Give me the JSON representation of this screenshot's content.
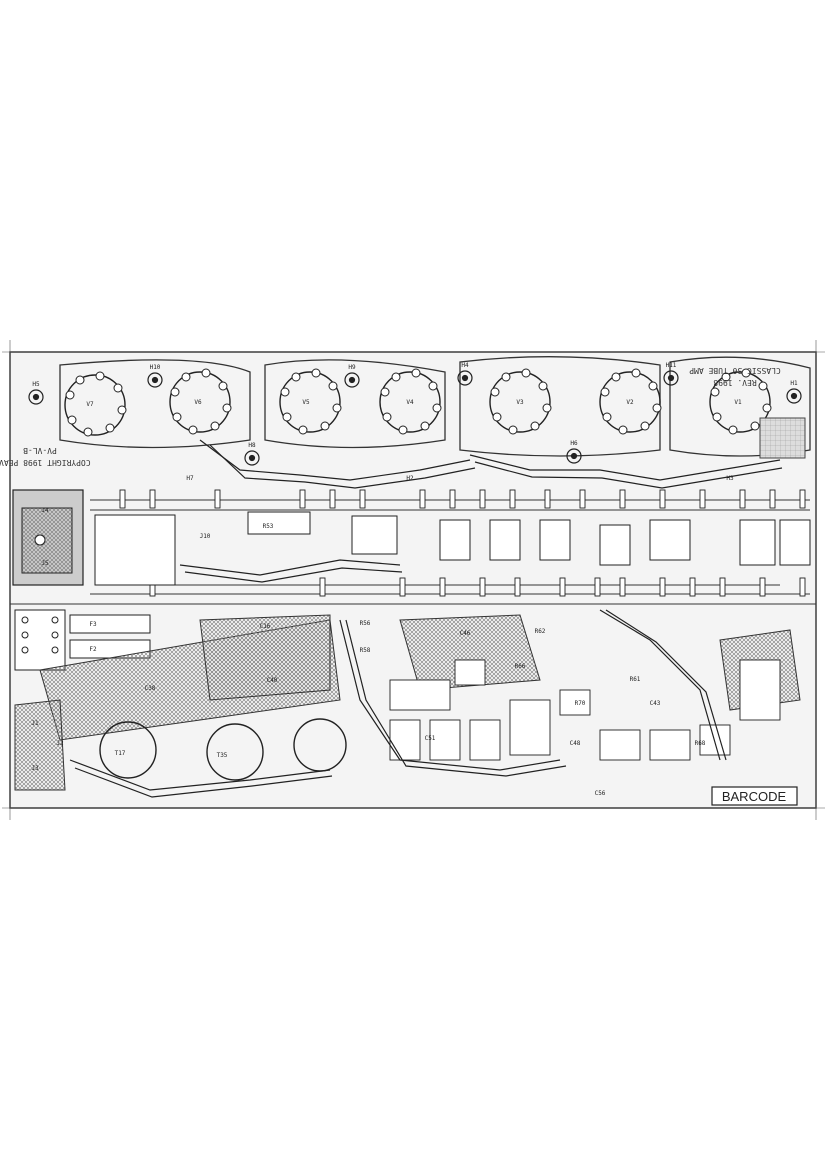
{
  "board": {
    "id_text": "CLASSIC 30 TUBE AMP",
    "revision_text": "REV. 1998",
    "copyright_text": "COPYRIGHT 1998 PEAVEY",
    "part_text": "PV-VL-B",
    "barcode_label": "BARCODE",
    "labels": {
      "tubes": [
        "V7",
        "V6",
        "V5",
        "V4",
        "V3",
        "V2",
        "V1"
      ],
      "mounting_holes": [
        "H5",
        "H10",
        "H9",
        "H4",
        "H8",
        "H6",
        "H11",
        "H1",
        "H3",
        "H7",
        "H2"
      ],
      "connectors": [
        "J4",
        "J5",
        "J1",
        "J2",
        "J3",
        "J10"
      ],
      "fuses": [
        "F3",
        "F2"
      ],
      "resistors": [
        "R53",
        "R56",
        "R58",
        "R62",
        "R66",
        "R61",
        "R68",
        "R70"
      ],
      "capacitors": [
        "C16",
        "C38",
        "C40",
        "C43",
        "C46",
        "C51",
        "C48",
        "C56"
      ],
      "transformers": [
        "T17",
        "T35"
      ]
    }
  }
}
